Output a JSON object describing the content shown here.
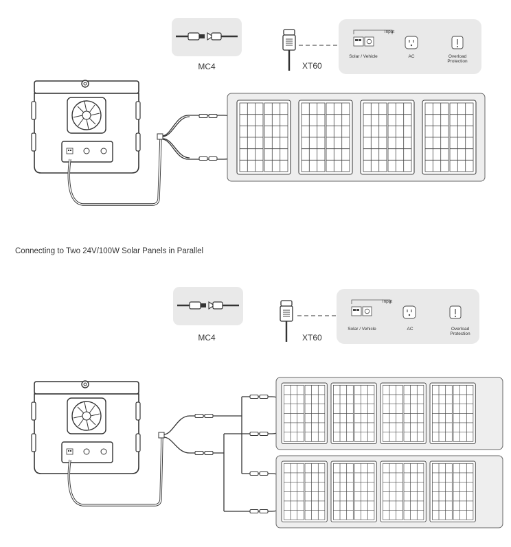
{
  "caption": "Connecting to Two 24V/100W Solar Panels in Parallel",
  "connectors": {
    "mc4_label": "MC4",
    "xt60_label": "XT60"
  },
  "port_panel": {
    "input_label": "Input",
    "solar_vehicle_label": "Solar / Vehicle",
    "ac_label": "AC",
    "overload_line1": "Overload",
    "overload_line2": "Protection"
  },
  "colors": {
    "panel_bg": "#e9e9e9",
    "line": "#333333",
    "panel_frame": "#eeeeee"
  },
  "icons": [
    "mc4-connector-icon",
    "xt60-plug-icon",
    "dc-port-icon",
    "ac-outlet-icon",
    "overload-protection-icon",
    "power-station-icon",
    "solar-panel-icon"
  ]
}
